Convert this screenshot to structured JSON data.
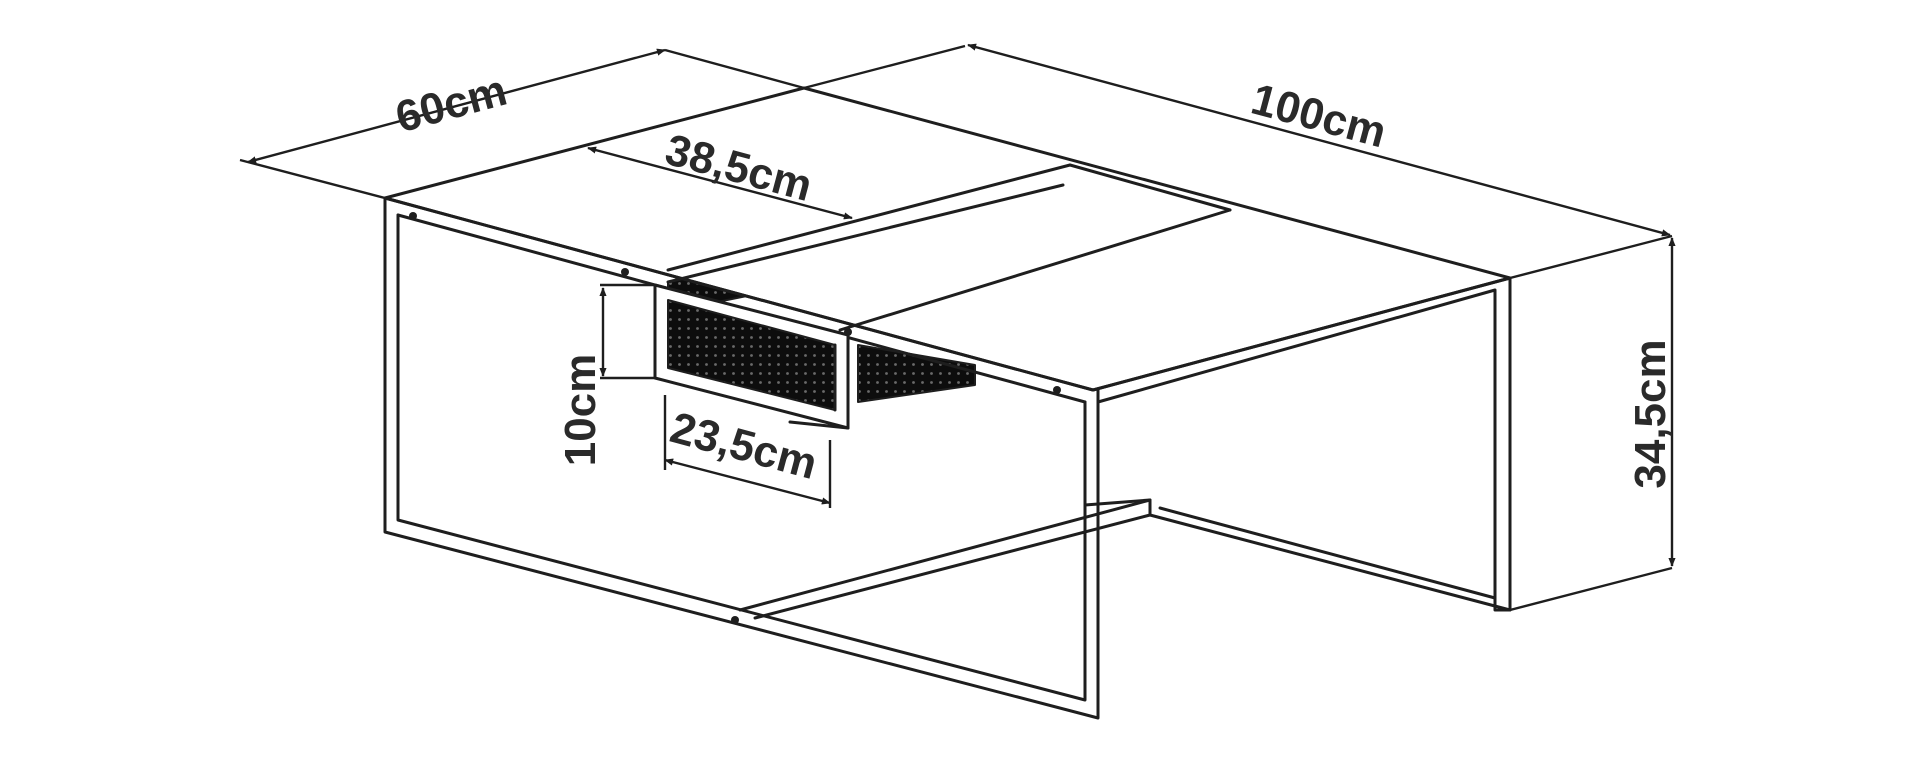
{
  "dimensions": {
    "depth": "60cm",
    "length": "100cm",
    "inner_width": "38,5cm",
    "drawer_height": "10cm",
    "drawer_width": "23,5cm",
    "height": "34,5cm"
  },
  "colors": {
    "line": "#1e1e1e",
    "text": "#2a2a2a",
    "mesh": "#0d0d0d",
    "background": "#ffffff"
  }
}
